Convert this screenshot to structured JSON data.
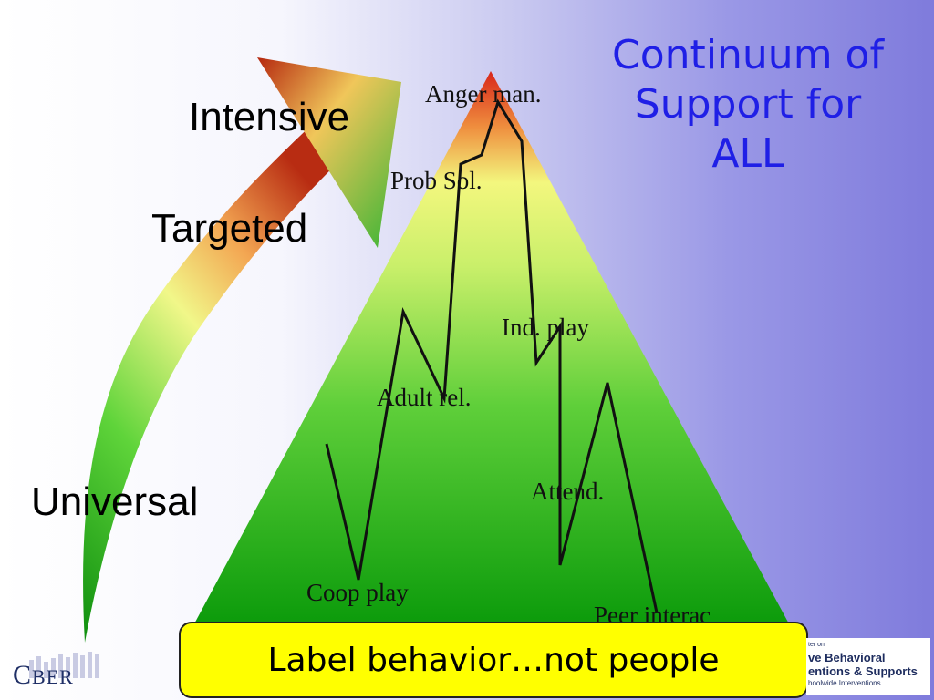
{
  "title": {
    "line1": "Continuum of",
    "line2": "Support for",
    "line3": "ALL"
  },
  "tiers": {
    "intensive": "Intensive",
    "targeted": "Targeted",
    "universal": "Universal"
  },
  "skills": {
    "anger": "Anger man.",
    "prob_sol": "Prob Sol.",
    "ind_play": "Ind. play",
    "adult_rel": "Adult rel.",
    "attend": "Attend.",
    "coop_play": "Coop play",
    "peer_interac": "Peer interac"
  },
  "footer": {
    "message": "Label behavior…not people"
  },
  "logos": {
    "cber": "BER",
    "cber_initial": "C",
    "pbis_line0": "ter on",
    "pbis_line1": "ve Behavioral",
    "pbis_line2": "entions & Supports",
    "pbis_line3": "hoolwide Interventions"
  },
  "colors": {
    "title": "#1f1fe6",
    "pyramid_top": "#d83a1c",
    "pyramid_middle": "#f2f58a",
    "pyramid_bottom": "#0aa00a",
    "footer_fill": "#ffff00"
  }
}
